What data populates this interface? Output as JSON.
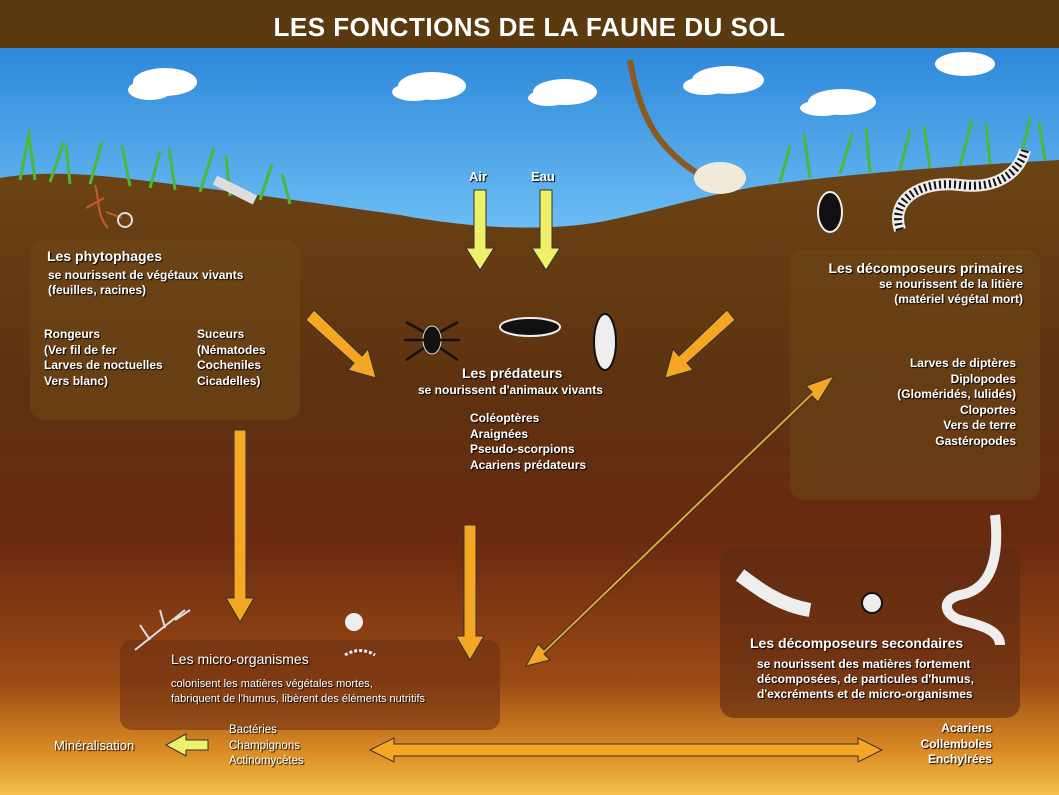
{
  "title": "LES FONCTIONS DE LA FAUNE DU SOL",
  "inputs": {
    "air": "Air",
    "water": "Eau"
  },
  "phytophages": {
    "heading": "Les phytophages",
    "description": "se nourissent de végétaux vivants\n(feuilles, racines)",
    "group1": "Rongeurs\n(Ver fil de fer\nLarves de noctuelles\nVers blanc)",
    "group2": "Suceurs\n(Nématodes\nCocheniles\nCicadelles)"
  },
  "predateurs": {
    "heading": "Les prédateurs",
    "description": "se nourissent d'animaux vivants",
    "examples": "Coléoptères\nAraignées\nPseudo-scorpions\nAcariens prédateurs"
  },
  "decomposeurs_primaires": {
    "heading": "Les décomposeurs primaires",
    "description": "se nourissent de la litière\n(matériel végétal mort)",
    "examples": "Larves de diptères\nDiplopodes\n(Gloméridés, Iulidés)\nCloportes\nVers de terre\nGastéropodes"
  },
  "micro_organismes": {
    "heading": "Les micro-organismes",
    "description": "colonisent les matières végétales mortes,\nfabriquent de l'humus, libèrent des éléments nutritifs",
    "examples": "Bactéries\nChampignons\nActinomycètes"
  },
  "decomposeurs_secondaires": {
    "heading": "Les décomposeurs secondaires",
    "description": "se nourissent des matières fortement\ndécomposées, de particules d'humus,\nd'excréments et de micro-organismes",
    "examples": "Acariens\nCollemboles\nEnchylrées"
  },
  "mineralisation": "Minéralisation",
  "colors": {
    "sky": "#2f8fdc",
    "soil_top": "#6b4414",
    "soil_bottom": "#e8a02a",
    "arrow_orange": "#f5a623",
    "arrow_yellow": "#e8f070",
    "title_bar": "#5a3a0e"
  }
}
